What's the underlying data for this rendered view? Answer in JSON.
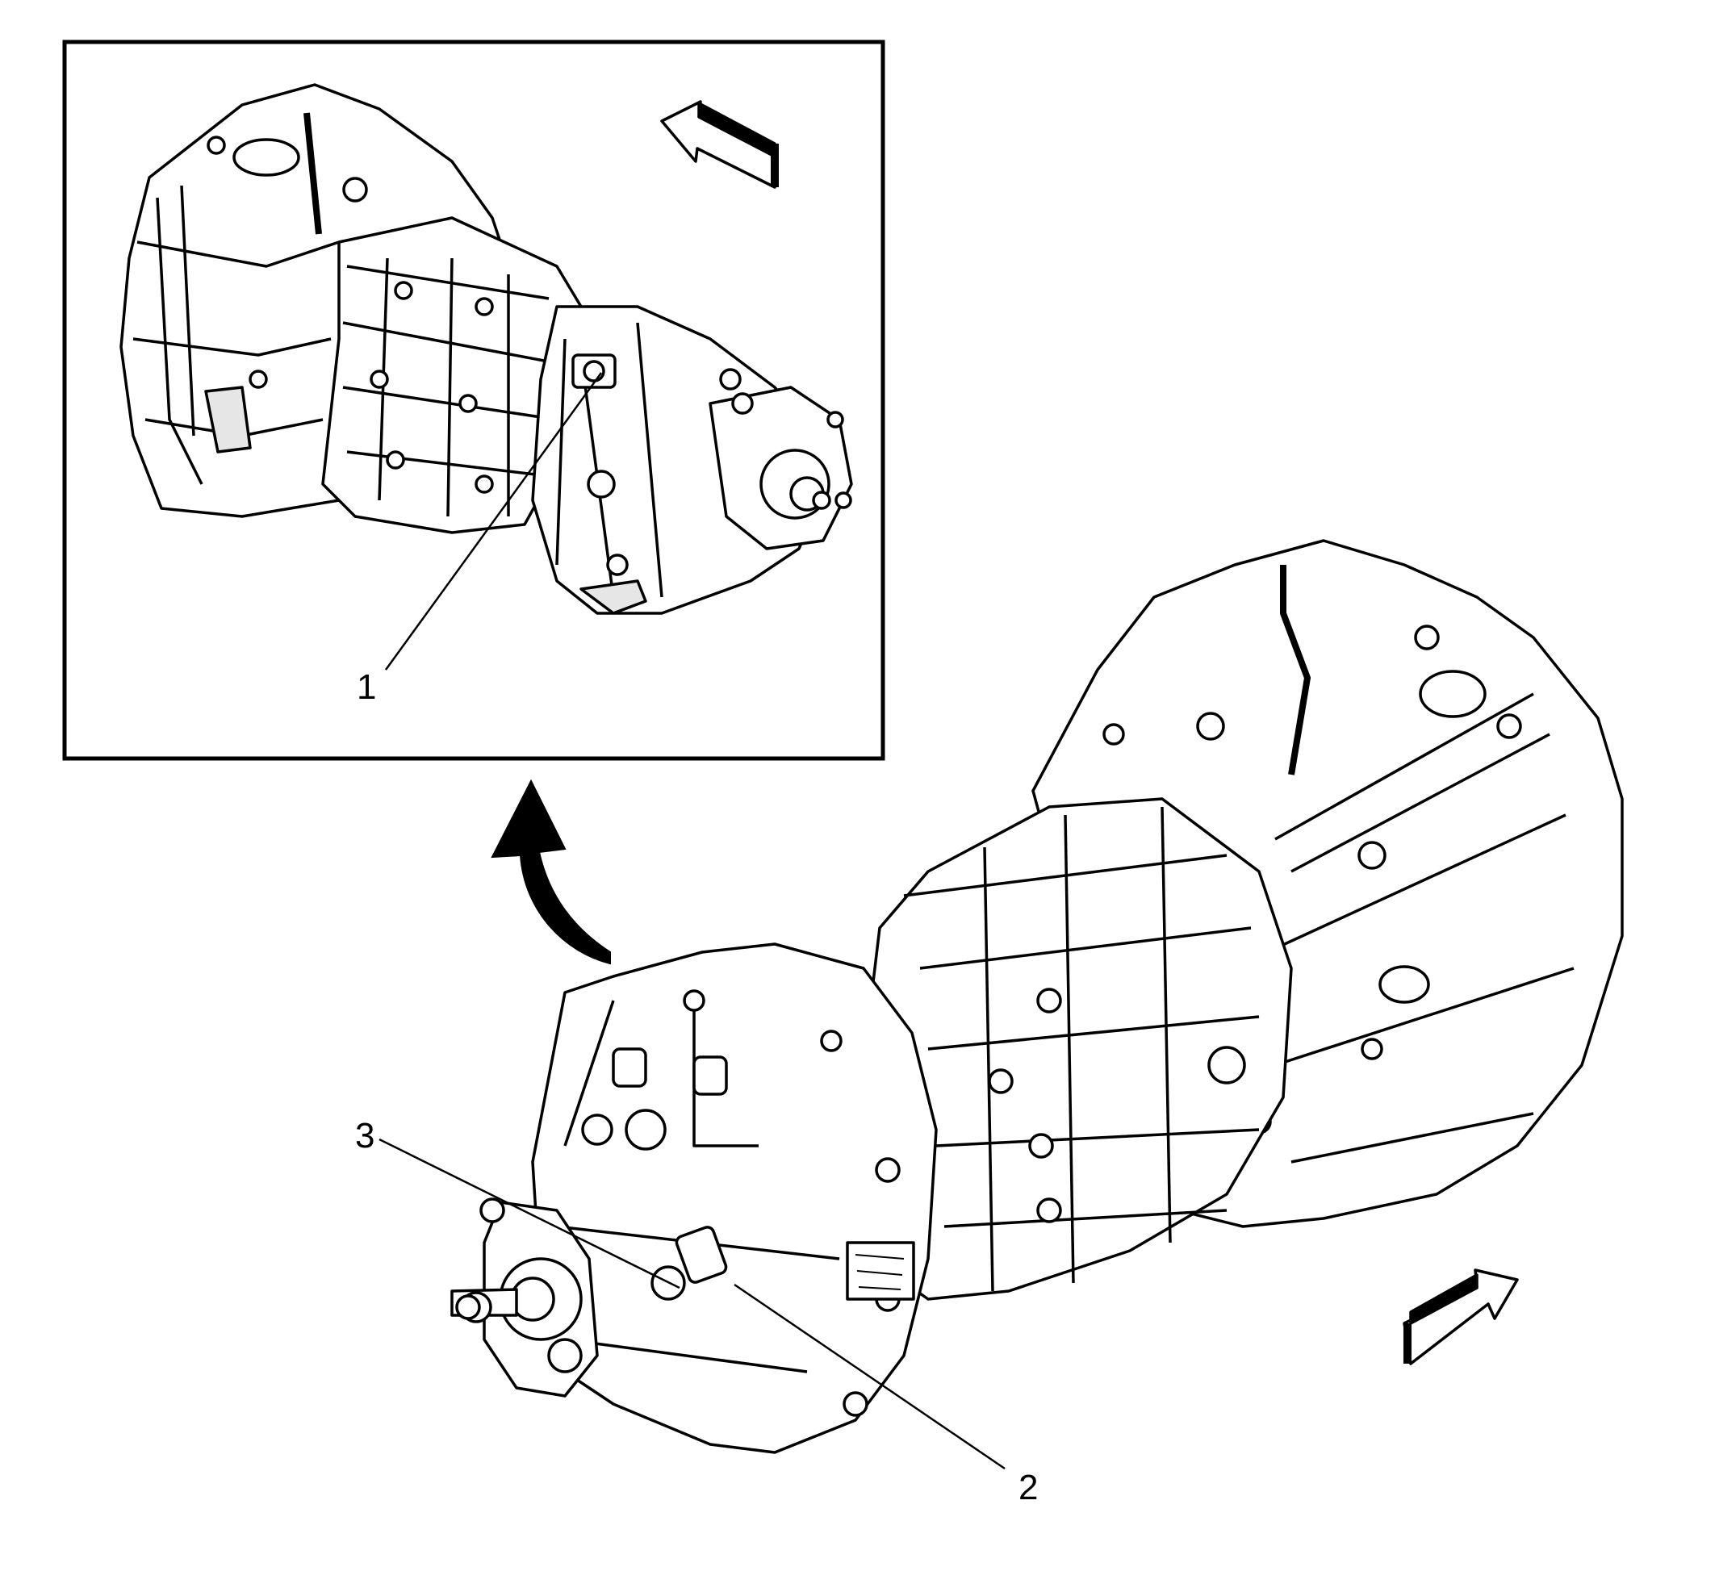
{
  "callouts": [
    {
      "id": "1",
      "label": "1"
    },
    {
      "id": "2",
      "label": "2"
    },
    {
      "id": "3",
      "label": "3"
    }
  ],
  "colors": {
    "ink": "#000000",
    "paper": "#ffffff",
    "shade": "#e6e6e6"
  },
  "icons": [
    "direction-arrow-icon",
    "curved-arrow-icon"
  ]
}
